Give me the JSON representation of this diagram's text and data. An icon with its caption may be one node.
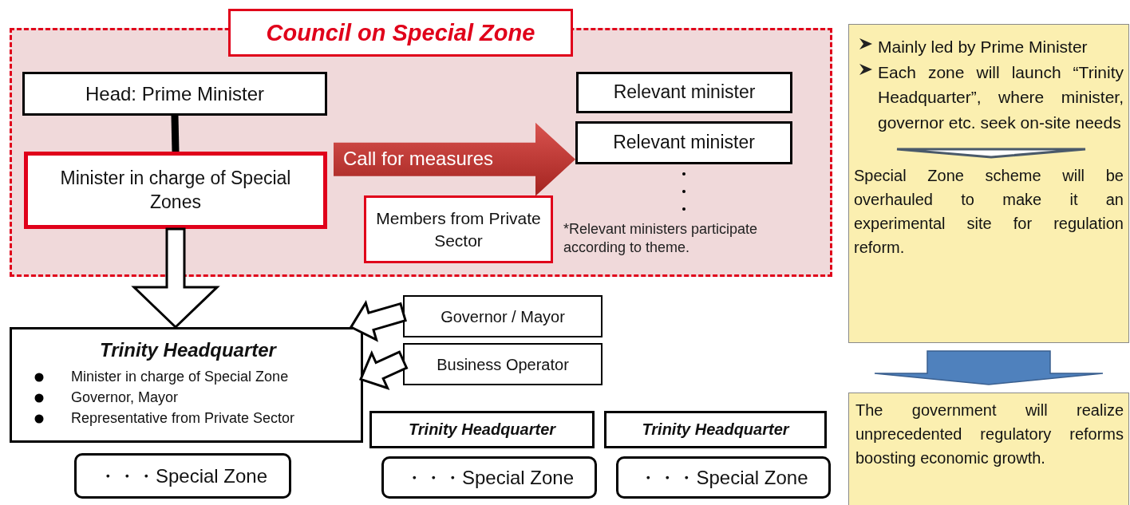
{
  "diagram": {
    "nodes": [
      {
        "text": [
          "Council on Special Zone"
        ]
      },
      {
        "text": [
          "Head: Prime Minister"
        ],
        "in": 0
      },
      {
        "text": [
          "Minister in charge of Special Zones"
        ],
        "in": 0
      },
      {
        "text": [
          "Relevant minister"
        ],
        "in": 0
      },
      {
        "text": [
          "Relevant minister"
        ],
        "in": 0
      },
      {
        "text": [
          "Members from Private Sector"
        ],
        "in": 0
      },
      {
        "text": [
          "Trinity Headquarter",
          "Minister in charge of Special Zone",
          "Governor, Mayor",
          "Representative from Private Sector"
        ]
      },
      {
        "text": [
          "Governor / Mayor"
        ]
      },
      {
        "text": [
          "Business Operator"
        ]
      },
      {
        "text": [
          "・・・Special Zone"
        ]
      },
      {
        "text": [
          "Trinity Headquarter"
        ]
      },
      {
        "text": [
          "・・・Special Zone"
        ]
      },
      {
        "text": [
          "Trinity Headquarter"
        ]
      },
      {
        "text": [
          "・・・Special Zone"
        ]
      },
      {
        "text": [
          "Mainly led by Prime Minister",
          "Each zone will launch “Trinity Headquarter”, where minister, governor etc. seek on-site needs",
          "Special Zone scheme will be overhauled to make it an experimental site for regulation reform."
        ]
      },
      {
        "text": [
          "The government will realize unprecedented regulatory reforms boosting economic growth."
        ]
      }
    ],
    "edges": [
      {
        "from": 1,
        "to": 2,
        "arrow": "none"
      },
      {
        "from": 2,
        "to": 4,
        "arrow": "to",
        "label": "Call for measures",
        "color": "#c0392b"
      },
      {
        "from": 2,
        "to": 6,
        "arrow": "to"
      },
      {
        "from": 7,
        "to": 6,
        "arrow": "to"
      },
      {
        "from": 8,
        "to": 6,
        "arrow": "to"
      },
      {
        "from": 14,
        "to": 15,
        "arrow": "to",
        "color": "#4f81bd"
      }
    ],
    "labels": [
      "*Relevant ministers participate according to theme."
    ]
  }
}
